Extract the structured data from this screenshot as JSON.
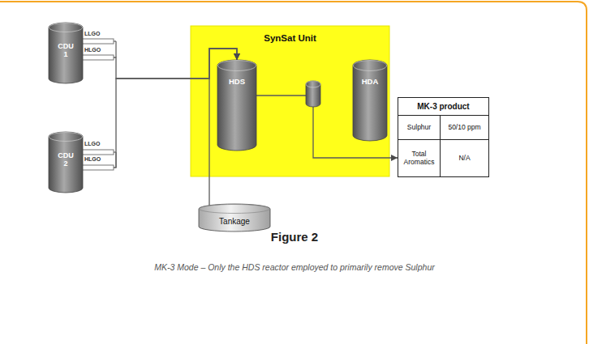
{
  "diagram": {
    "title": "Figure 2",
    "caption": "MK-3 Mode – Only the HDS reactor employed to primarily remove Sulphur",
    "nodes": [
      {
        "text": [
          "CDU 1"
        ]
      },
      {
        "text": [
          "CDU 2"
        ]
      },
      {
        "text": [
          "SynSat Unit"
        ]
      },
      {
        "text": [
          "HDS"
        ],
        "in": 2
      },
      {
        "text": [
          "HDA"
        ],
        "in": 2
      },
      {
        "text": [
          "MK-3 product",
          "Sulphur",
          "50/10 ppm",
          "Total Aromatics",
          "N/A"
        ]
      },
      {
        "text": [
          "Tankage"
        ]
      }
    ],
    "edges": [
      {
        "from": 0,
        "to": 3,
        "arrow": "to"
      },
      {
        "from": 1,
        "to": 3,
        "arrow": "to"
      },
      {
        "from": 6,
        "to": 3,
        "arrow": "to"
      },
      {
        "from": 3,
        "to": 5,
        "arrow": "to"
      }
    ],
    "labels": [
      "LLGO",
      "HLGO",
      "LLGO",
      "HLGO"
    ]
  }
}
